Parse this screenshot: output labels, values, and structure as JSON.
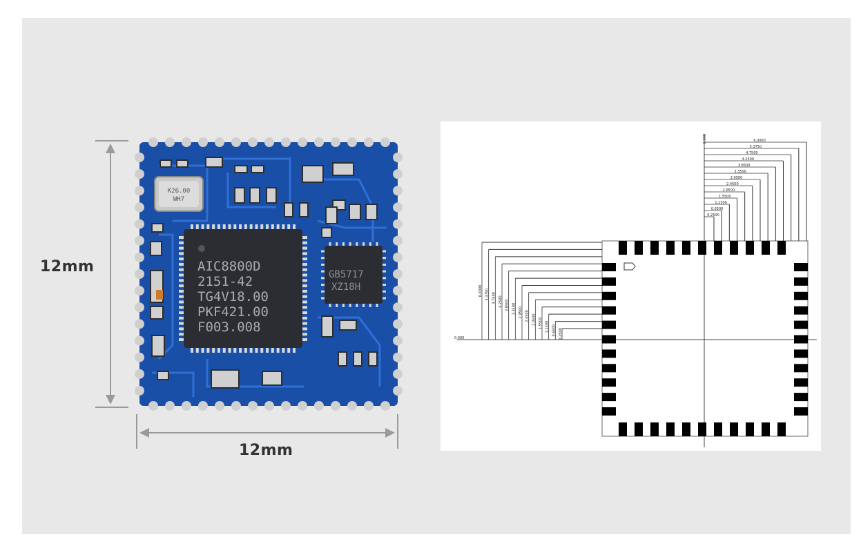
{
  "module": {
    "height_label": "12mm",
    "width_label": "12mm",
    "main_chip_lines": [
      "AIC8800D",
      "2151-42",
      "TG4V18.00",
      "PKF421.00",
      "F003.008"
    ],
    "side_chip_lines": [
      "GB5717",
      "XZ18H"
    ],
    "crystal_lines": [
      "K26.00",
      "WH7"
    ],
    "colors": {
      "pcb": "#1a4fa8",
      "trace": "#2f6fd6",
      "pad": "#d0d0d0",
      "chip": "#2b2d33",
      "background": "#e8e8e8"
    }
  },
  "footprint": {
    "origin_label": "0.000",
    "top_dims": [
      "6.0000",
      "5.3750",
      "4.7500",
      "4.2500",
      "3.8500",
      "3.3500",
      "2.9500",
      "2.4500",
      "2.0500",
      "1.5500",
      "1.1500",
      "0.6500",
      "0.2500"
    ],
    "left_dims": [
      "6.0000",
      "5.3750",
      "4.7500",
      "4.2500",
      "3.8500",
      "3.3500",
      "2.9500",
      "2.4500",
      "2.0500",
      "1.5500",
      "1.1500",
      "0.6500",
      "0.2500"
    ],
    "top_pad_count": 11,
    "side_pad_count": 11
  }
}
